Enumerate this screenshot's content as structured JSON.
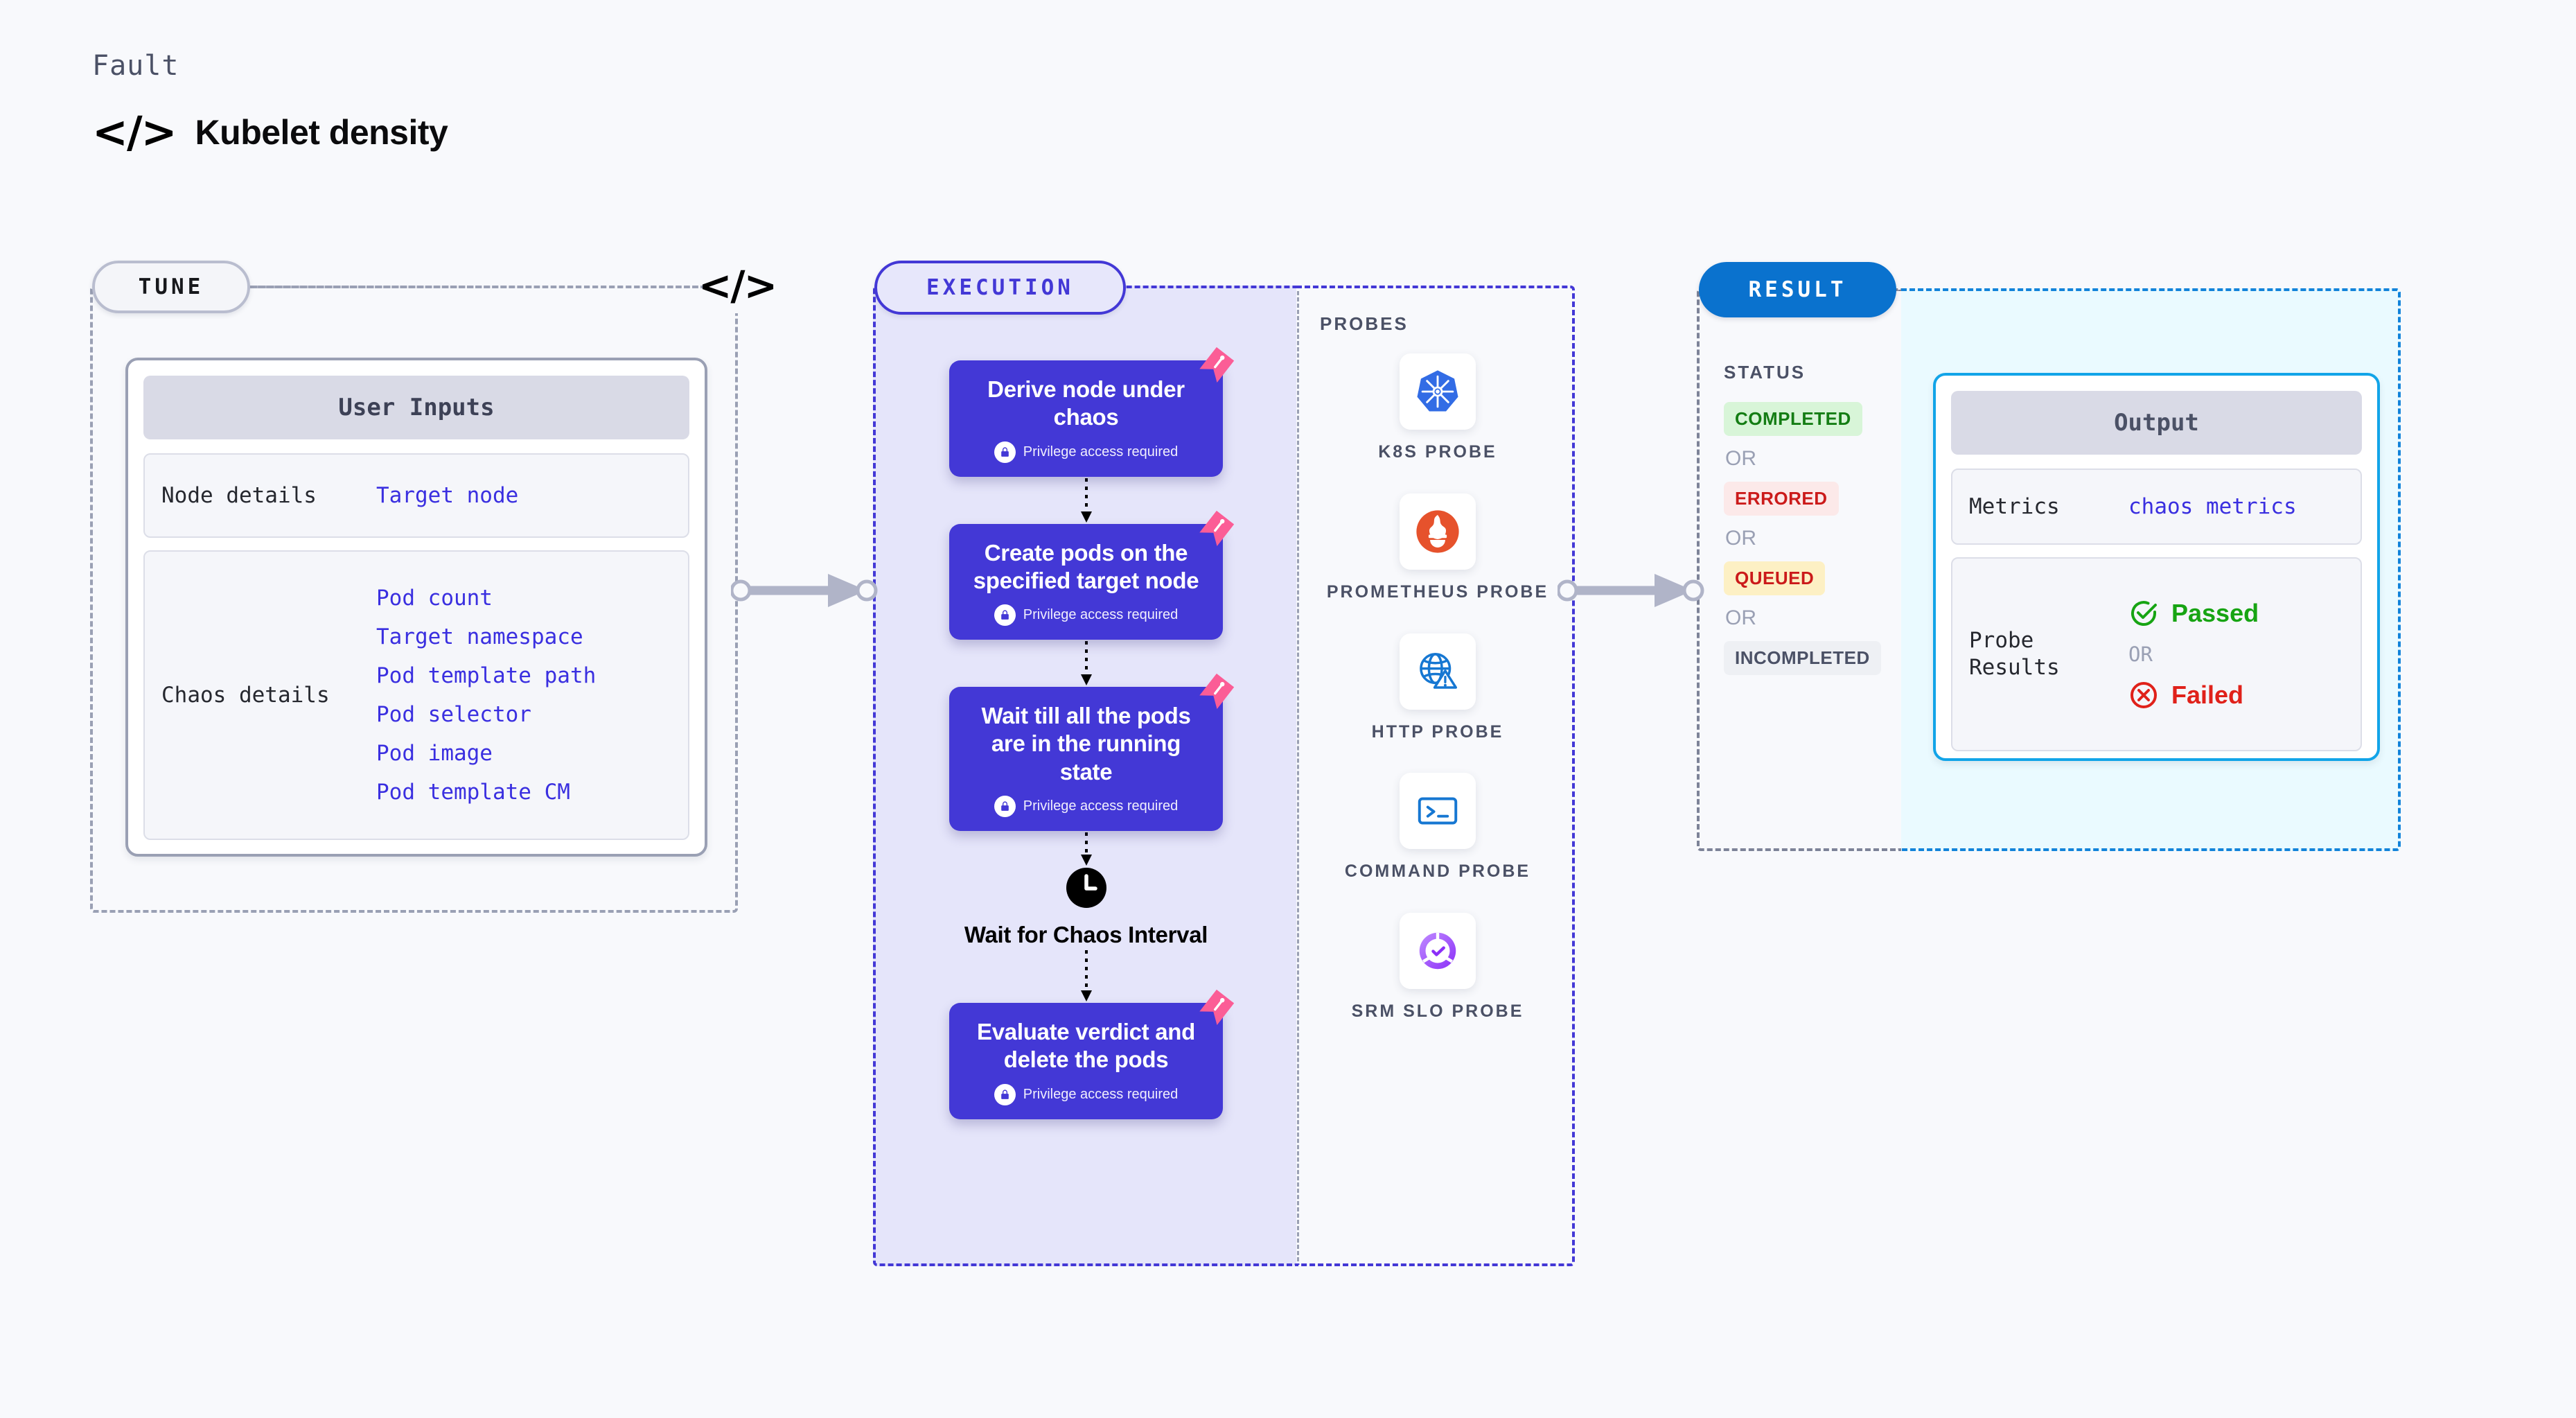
{
  "header": {
    "eyebrow": "Fault",
    "code_icon": "</>",
    "title": "Kubelet density"
  },
  "tune": {
    "pill_label": "TUNE",
    "card_title": "User Inputs",
    "rows": [
      {
        "label": "Node details",
        "values": [
          "Target node"
        ]
      },
      {
        "label": "Chaos details",
        "values": [
          "Pod count",
          "Target namespace",
          "Pod template path",
          "Pod selector",
          "Pod image",
          "Pod template CM"
        ]
      }
    ]
  },
  "execution": {
    "pill_label": "EXECUTION",
    "privilege_note": "Privilege access required",
    "steps": [
      {
        "title": "Derive node under chaos",
        "privileged": true
      },
      {
        "title": "Create pods on the specified target node",
        "privileged": true
      },
      {
        "title": "Wait till all the pods are in the running state",
        "privileged": true
      }
    ],
    "wait": {
      "icon": "clock-icon",
      "label": "Wait for Chaos Interval"
    },
    "final_step": {
      "title": "Evaluate verdict and delete the pods",
      "privileged": true
    }
  },
  "probes": {
    "title": "PROBES",
    "items": [
      {
        "label": "K8S PROBE",
        "icon": "kubernetes-icon"
      },
      {
        "label": "PROMETHEUS PROBE",
        "icon": "prometheus-icon"
      },
      {
        "label": "HTTP PROBE",
        "icon": "http-globe-icon"
      },
      {
        "label": "COMMAND PROBE",
        "icon": "terminal-icon"
      },
      {
        "label": "SRM SLO PROBE",
        "icon": "srm-slo-icon"
      }
    ]
  },
  "result": {
    "pill_label": "RESULT",
    "status_title": "STATUS",
    "or_label": "OR",
    "statuses": [
      {
        "label": "COMPLETED",
        "style": "b-completed"
      },
      {
        "label": "ERRORED",
        "style": "b-errored"
      },
      {
        "label": "QUEUED",
        "style": "b-queued"
      },
      {
        "label": "INCOMPLETED",
        "style": "b-incomplete"
      }
    ],
    "output": {
      "card_title": "Output",
      "metrics_label": "Metrics",
      "metrics_value": "chaos metrics",
      "probe_results_label": "Probe\nResults",
      "passed_label": "Passed",
      "failed_label": "Failed",
      "or_label": "OR"
    }
  },
  "colors": {
    "indigo": "#4338d6",
    "result_blue": "#0a72ce",
    "output_border": "#12a4e8",
    "mono_value": "#3a2fe0",
    "pink_ribbon": "#fb5d96",
    "passed_green": "#17a413",
    "failed_red": "#e0211a"
  }
}
